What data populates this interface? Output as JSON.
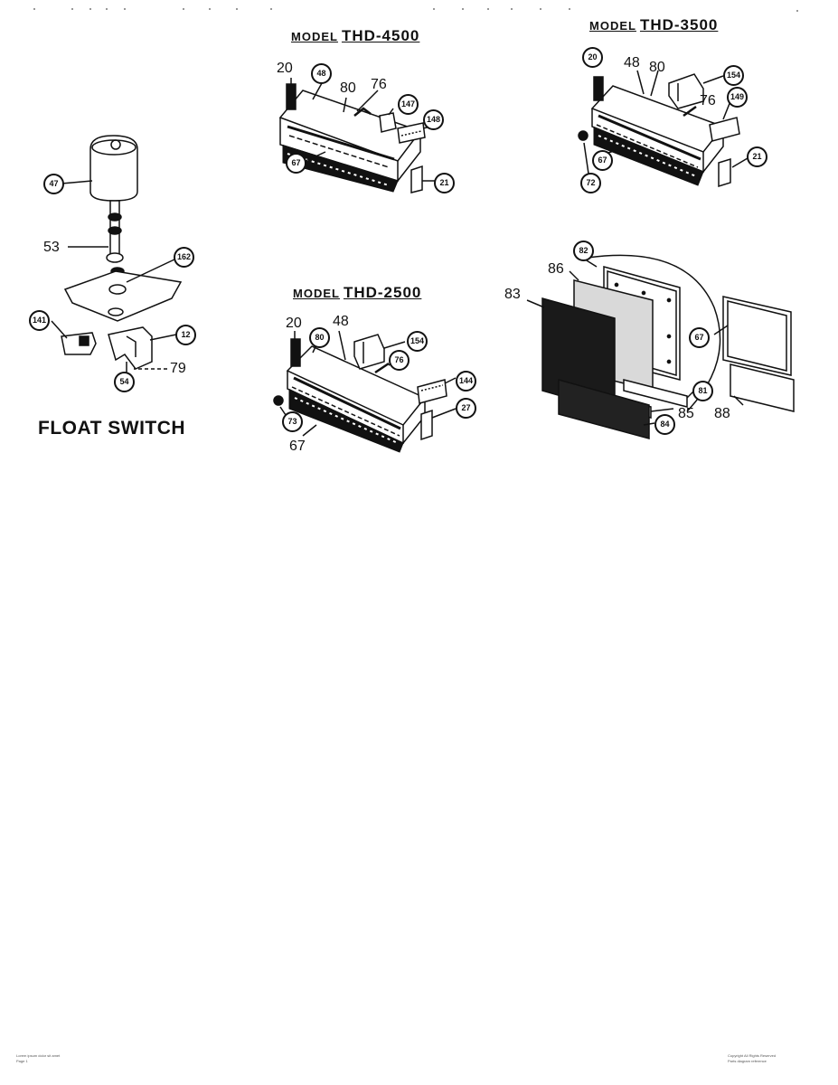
{
  "float_switch": {
    "title": "FLOAT SWITCH",
    "labels": {
      "l47": "47",
      "l53": "53",
      "l162": "162",
      "l141": "141",
      "l12": "12",
      "l79": "79",
      "l54": "54"
    }
  },
  "thd4500": {
    "title_prefix": "MODEL",
    "title_model": "THD-4500",
    "labels": {
      "l20": "20",
      "l48": "48",
      "l80": "80",
      "l76": "76",
      "l147": "147",
      "l148": "148",
      "l67": "67",
      "l21": "21"
    }
  },
  "thd3500": {
    "title_prefix": "MODEL",
    "title_model": "THD-3500",
    "labels": {
      "l20": "20",
      "l48": "48",
      "l80": "80",
      "l154": "154",
      "l76": "76",
      "l149": "149",
      "l67": "67",
      "l72": "72",
      "l21": "21"
    }
  },
  "thd2500": {
    "title_prefix": "MODEL",
    "title_model": "THD-2500",
    "labels": {
      "l20": "20",
      "l48": "48",
      "l80": "80",
      "l154": "154",
      "l76": "76",
      "l144": "144",
      "l73": "73",
      "l27": "27",
      "l67": "67"
    }
  },
  "filter_assembly": {
    "labels": {
      "l82": "82",
      "l86": "86",
      "l83": "83",
      "l67": "67",
      "l81": "81",
      "l85": "85",
      "l88": "88",
      "l84": "84"
    }
  },
  "footer": {
    "left_line1": "Lorem ipsum dolor sit amet",
    "left_line2": "Page 1",
    "right_line1": "Copyright All Rights Reserved",
    "right_line2": "Parts diagram reference"
  }
}
